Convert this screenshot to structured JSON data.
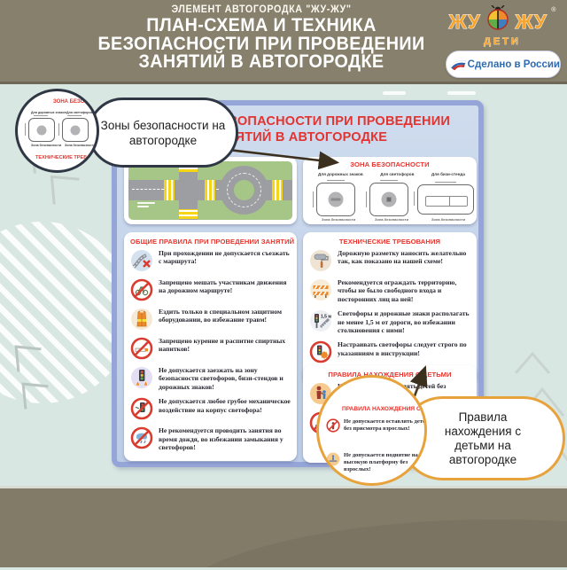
{
  "colors": {
    "band_olive": "#87806c",
    "content_bg": "#d9e7e3",
    "poster_border": "#96a5d8",
    "heading_red": "#e8332c",
    "logo_orange": "#f6a430",
    "badge_blue": "#2f6bb0",
    "callout_navy": "#2f3744",
    "callout_orange": "#e8a23c"
  },
  "header": {
    "eyebrow": "ЭЛЕМЕНТ АВТОГОРОДКА \"ЖУ-ЖУ\"",
    "title_lines": [
      "ПЛАН-СХЕМА И ТЕХНИКА",
      "БЕЗОПАСНОСТИ ПРИ ПРОВЕДЕНИИ",
      "ЗАНЯТИЙ В АВТОГОРОДКЕ"
    ],
    "logo": {
      "word_left": "ЖУ",
      "word_right": "ЖУ",
      "reg": "®",
      "sub": "ДЕТИ",
      "badge": "Сделано в России"
    }
  },
  "callouts": {
    "zones": {
      "text": "Зоны безопасности на автогородке"
    },
    "children": {
      "text": "Правила нахождения с детьми на автогородке"
    }
  },
  "poster": {
    "title_lines": [
      "ТЕХНИКА БЕЗОПАСНОСТИ ПРИ ПРОВЕДЕНИИ",
      "ЗАНЯТИЙ В АВТОГОРОДКЕ"
    ],
    "safety_zone": {
      "heading": "ЗОНА БЕЗОПАСНОСТИ",
      "items": [
        {
          "label": "Для дорожных знаков",
          "sub": "Зона безопасности"
        },
        {
          "label": "Для светофоров",
          "sub": "Зона безопасности"
        },
        {
          "label": "Для бизи-стенда",
          "sub": "Зона безопасности"
        }
      ]
    },
    "general_rules": {
      "heading": "ОБЩИЕ ПРАВИЛА ПРИ ПРОВЕДЕНИИ ЗАНЯТИЙ",
      "items": [
        {
          "icon": "road-exit-icon",
          "text": "При прохождении не допускается съезжать с маршрута!"
        },
        {
          "icon": "no-interfere-icon",
          "text": "Запрещено мешать участникам движения на дорожном маршруте!"
        },
        {
          "icon": "safety-vest-icon",
          "text": "Ездить только в специальном защитном оборудовании, во избежание травм!"
        },
        {
          "icon": "no-smoking-icon",
          "text": "Запрещено курение и распитие спиртных напитков!"
        },
        {
          "icon": "traffic-light-zone-icon",
          "text": "Не допускается заезжать на зону безопасности светофоров, бизи-стендов и дорожных знаков!"
        },
        {
          "icon": "no-impact-icon",
          "text": "Не допускается любое грубое механическое воздействие на корпус светофора!"
        },
        {
          "icon": "no-rain-icon",
          "text": "Не рекомендуется проводить занятия во время дождя, во избежании замыкания у светофоров!"
        }
      ]
    },
    "tech_requirements": {
      "heading": "ТЕХНИЧЕСКИЕ ТРЕБОВАНИЯ",
      "items": [
        {
          "icon": "paint-roller-icon",
          "text": "Дорожную разметку наносить желательно так, как показано на нашей схеме!"
        },
        {
          "icon": "barrier-icon",
          "text": "Рекомендуется ограждать территорию, чтобы не было свободного входа и посторонних лиц на ней!"
        },
        {
          "icon": "distance-icon",
          "icon_label": "1,5 м",
          "text": "Светофоры и дорожные знаки располагать не менее 1,5 м от дороги, во избежании столкновения с ними!"
        },
        {
          "icon": "setup-icon",
          "text": "Настраивать светофоры следует строго по указанниям в инструкции!"
        }
      ]
    },
    "children_rules": {
      "heading": "ПРАВИЛА НАХОЖДЕНИЯ С ДЕТЬМИ",
      "items": [
        {
          "icon": "adult-child-icon",
          "text": "Не допускается оставлять детей без присмотра взрослых!"
        },
        {
          "icon": "no-platform-icon",
          "text": "Не допускается поднятие на высокую платформу без взрослых!"
        }
      ]
    }
  }
}
